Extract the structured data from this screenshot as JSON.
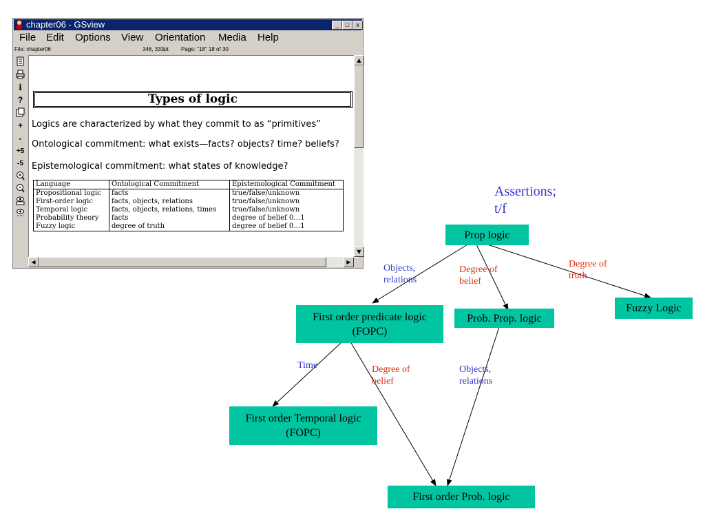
{
  "window": {
    "title": "chapter06 - GSview",
    "controls": {
      "minimize": "_",
      "maximize": "□",
      "close": "x"
    },
    "menu": [
      "File",
      "Edit",
      "Options",
      "View",
      "Orientation",
      "Media",
      "Help"
    ],
    "status": {
      "file": "File: chapter06",
      "coords": "346, 333pt",
      "page": "Page: \"18\"  18 of 30"
    },
    "tools": [
      "page-icon",
      "print-icon",
      "i",
      "?",
      "open-icon",
      "+",
      "-",
      "+5",
      "-5",
      "zoom-in-icon",
      "zoom-out-icon",
      "view-icon",
      "text-find-icon"
    ]
  },
  "document": {
    "title": "Types of logic",
    "lines": [
      "Logics are characterized by what they commit to as “primitives”",
      "Ontological commitment: what exists—facts? objects? time? beliefs?",
      "Epistemological commitment: what states of knowledge?"
    ],
    "table": {
      "headers": [
        "Language",
        "Ontological Commitment",
        "Epistemological Commitment"
      ],
      "rows": [
        [
          "Propositional logic",
          "facts",
          "true/false/unknown"
        ],
        [
          "First-order logic",
          "facts, objects, relations",
          "true/false/unknown"
        ],
        [
          "Temporal logic",
          "facts, objects, relations, times",
          "true/false/unknown"
        ],
        [
          "Probability theory",
          "facts",
          "degree of belief 0…1"
        ],
        [
          "Fuzzy logic",
          "degree of truth",
          "degree of belief 0…1"
        ]
      ]
    }
  },
  "diagram": {
    "heading": "Assertions;\nt/f",
    "nodes": {
      "prop": "Prop logic",
      "fopc": "First order predicate logic\n(FOPC)",
      "probprop": "Prob. Prop. logic",
      "fuzzy": "Fuzzy Logic",
      "temporal": "First order Temporal logic\n(FOPC)",
      "firstprob": "First order Prob. logic"
    },
    "edge_labels": {
      "objects1": "Objects,\nrelations",
      "belief1": "Degree of\nbelief",
      "truth": "Degree of\ntruth",
      "time": "Time",
      "belief2": "Degree of\nbelief",
      "objects2": "Objects,\nrelations"
    },
    "colors": {
      "node": "#00c5a0",
      "blue_label": "#3333cc",
      "red_label": "#e03010"
    }
  }
}
